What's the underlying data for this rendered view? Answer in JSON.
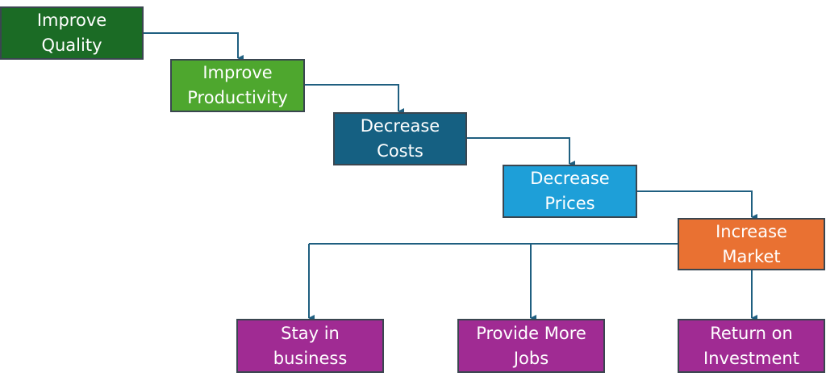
{
  "nodes": [
    {
      "id": "improve-quality",
      "line1": "Improve",
      "line2": "Quality",
      "color": "#1b6b25"
    },
    {
      "id": "improve-productivity",
      "line1": "Improve",
      "line2": "Productivity",
      "color": "#4ea72e"
    },
    {
      "id": "decrease-costs",
      "line1": "Decrease",
      "line2": "Costs",
      "color": "#156082"
    },
    {
      "id": "decrease-prices",
      "line1": "Decrease",
      "line2": "Prices",
      "color": "#1e9fd8"
    },
    {
      "id": "increase-market",
      "line1": "Increase",
      "line2": "Market",
      "color": "#e97132"
    },
    {
      "id": "stay-in-business",
      "line1": "Stay in",
      "line2": "business",
      "color": "#a02b93"
    },
    {
      "id": "provide-more-jobs",
      "line1": "Provide More",
      "line2": "Jobs",
      "color": "#a02b93"
    },
    {
      "id": "return-on-investment",
      "line1": "Return on",
      "line2": "Investment",
      "color": "#a02b93"
    }
  ],
  "connector_color": "#1f5f80"
}
